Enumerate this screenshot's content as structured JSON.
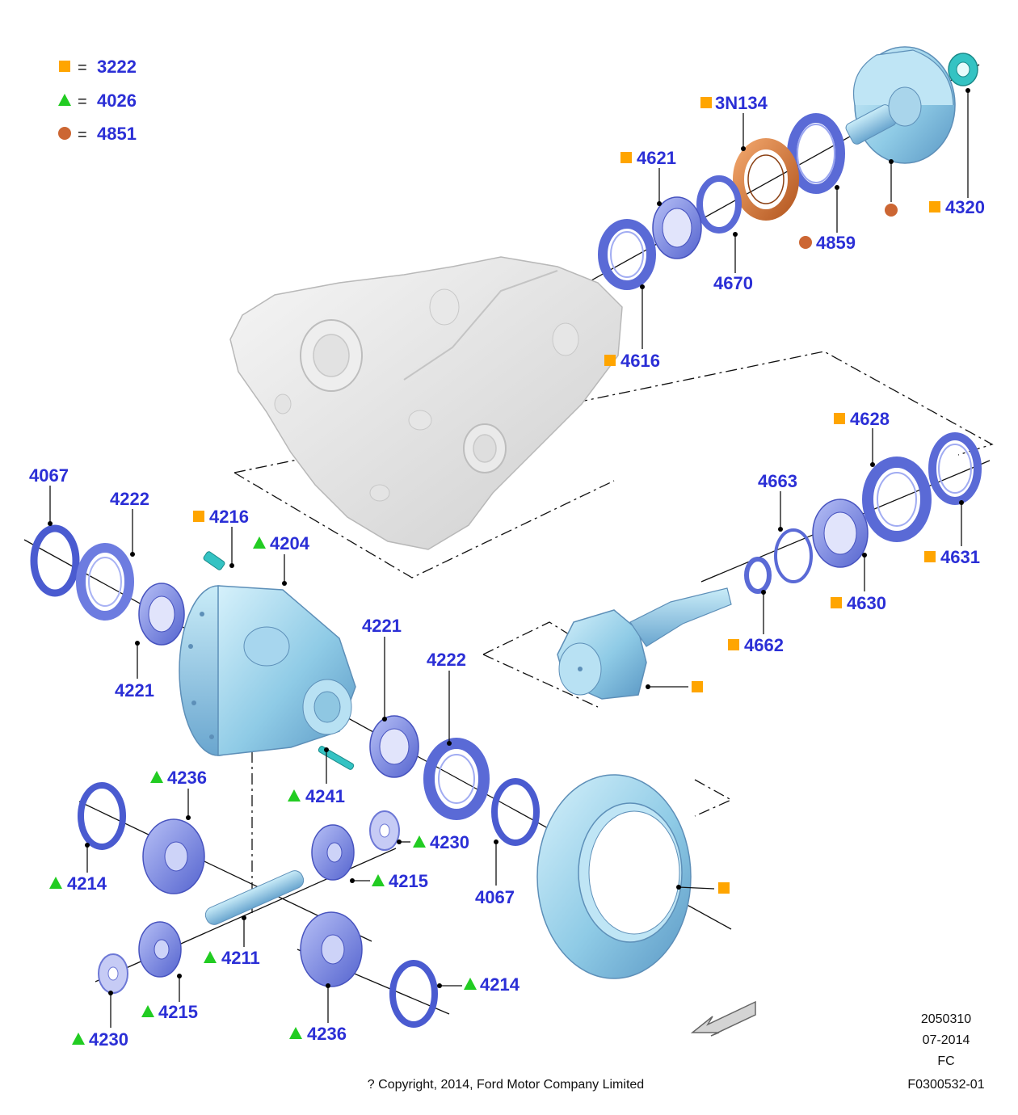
{
  "legend": [
    {
      "symbol": "square",
      "color": "#ffa500",
      "eq": "=",
      "code": "3222"
    },
    {
      "symbol": "triangle",
      "color": "#22cc22",
      "eq": "=",
      "code": "4026"
    },
    {
      "symbol": "circle",
      "color": "#cc6633",
      "eq": "=",
      "code": "4851"
    }
  ],
  "callouts": {
    "c_3n134": "3N134",
    "c_4621": "4621",
    "c_4320": "4320",
    "c_4859": "4859",
    "c_4670": "4670",
    "c_4616": "4616",
    "c_4628": "4628",
    "c_4663": "4663",
    "c_4631": "4631",
    "c_4630": "4630",
    "c_4662": "4662",
    "c_4067a": "4067",
    "c_4222a": "4222",
    "c_4216": "4216",
    "c_4204": "4204",
    "c_4221a": "4221",
    "c_4221b": "4221",
    "c_4222b": "4222",
    "c_4241": "4241",
    "c_4236a": "4236",
    "c_4230a": "4230",
    "c_4214a": "4214",
    "c_4215a": "4215",
    "c_4067b": "4067",
    "c_4211": "4211",
    "c_4214b": "4214",
    "c_4215b": "4215",
    "c_4230b": "4230",
    "c_4236b": "4236"
  },
  "colors": {
    "label": "#2b2fd6",
    "square": "#ffa500",
    "triangle": "#22cc22",
    "circle": "#cc6633",
    "part_blue": "#6f7fe0",
    "part_cyan": "#9fd4ec",
    "seal_orange": "#d07a3a"
  },
  "footer": {
    "code": "2050310",
    "date": "07-2014",
    "region": "FC",
    "copyright": "? Copyright, 2014, Ford Motor Company Limited",
    "ref": "F0300532-01"
  },
  "icons": {
    "direction": "direction-arrow-icon"
  }
}
